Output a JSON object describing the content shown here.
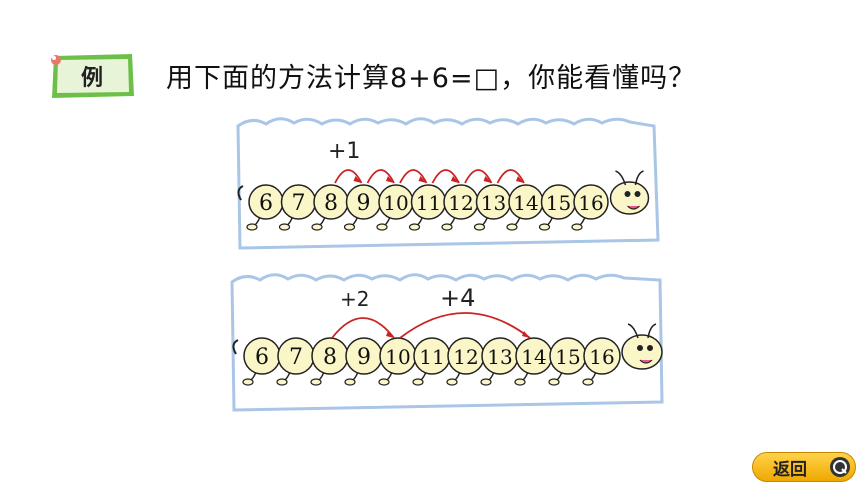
{
  "example_tag": "例",
  "question": "用下面的方法计算8+6=□，你能看懂吗？",
  "panel1": {
    "numbers": [
      "6",
      "7",
      "8",
      "9",
      "10",
      "11",
      "12",
      "13",
      "14",
      "15",
      "16"
    ],
    "annotation": "+1"
  },
  "panel2": {
    "numbers": [
      "6",
      "7",
      "8",
      "9",
      "10",
      "11",
      "12",
      "13",
      "14",
      "15",
      "16"
    ],
    "annotation_a": "+2",
    "annotation_b": "+4"
  },
  "back_button": "返回",
  "colors": {
    "tag_green": "#6cc04a",
    "caterpillar_body": "#fbf6c8",
    "arrow_red": "#cc2222",
    "panel_border": "#a9c6e6",
    "button_yellow": "#f5b800"
  }
}
